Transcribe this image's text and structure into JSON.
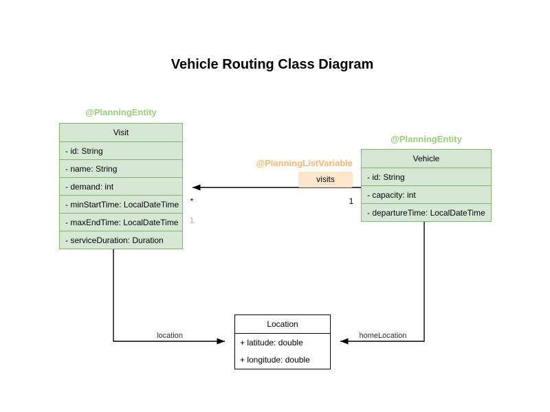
{
  "title": "Vehicle Routing Class Diagram",
  "colors": {
    "class-fill-green": "#d5e8d4",
    "class-border-green": "#82b366",
    "stereotype-green": "#97d077",
    "annotation-orange": "#ffb570",
    "edge-label-fill": "#ffe6cc",
    "multiplicity-purple": "#b19cd9",
    "line-black": "#000000"
  },
  "classes": {
    "visit": {
      "stereotype": "@PlanningEntity",
      "name": "Visit",
      "attributes": [
        "- id: String",
        "- name: String",
        "- demand: int",
        "- minStartTime: LocalDateTime",
        "- maxEndTime: LocalDateTime",
        "- serviceDuration: Duration"
      ]
    },
    "vehicle": {
      "stereotype": "@PlanningEntity",
      "name": "Vehicle",
      "attributes": [
        "- id: String",
        "- capacity: int",
        "- departureTime: LocalDateTime"
      ]
    },
    "location": {
      "name": "Location",
      "attributes": [
        "+ latitude: double",
        "+ longitude: double"
      ]
    }
  },
  "edges": {
    "visits": {
      "annotation": "@PlanningListVariable",
      "label": "visits",
      "multiplicity_near_visit": "*",
      "multiplicity_near_vehicle": "1",
      "multiplicity_secondary": "1"
    },
    "visit_location": {
      "label": "location"
    },
    "vehicle_home_location": {
      "label": "homeLocation"
    }
  }
}
